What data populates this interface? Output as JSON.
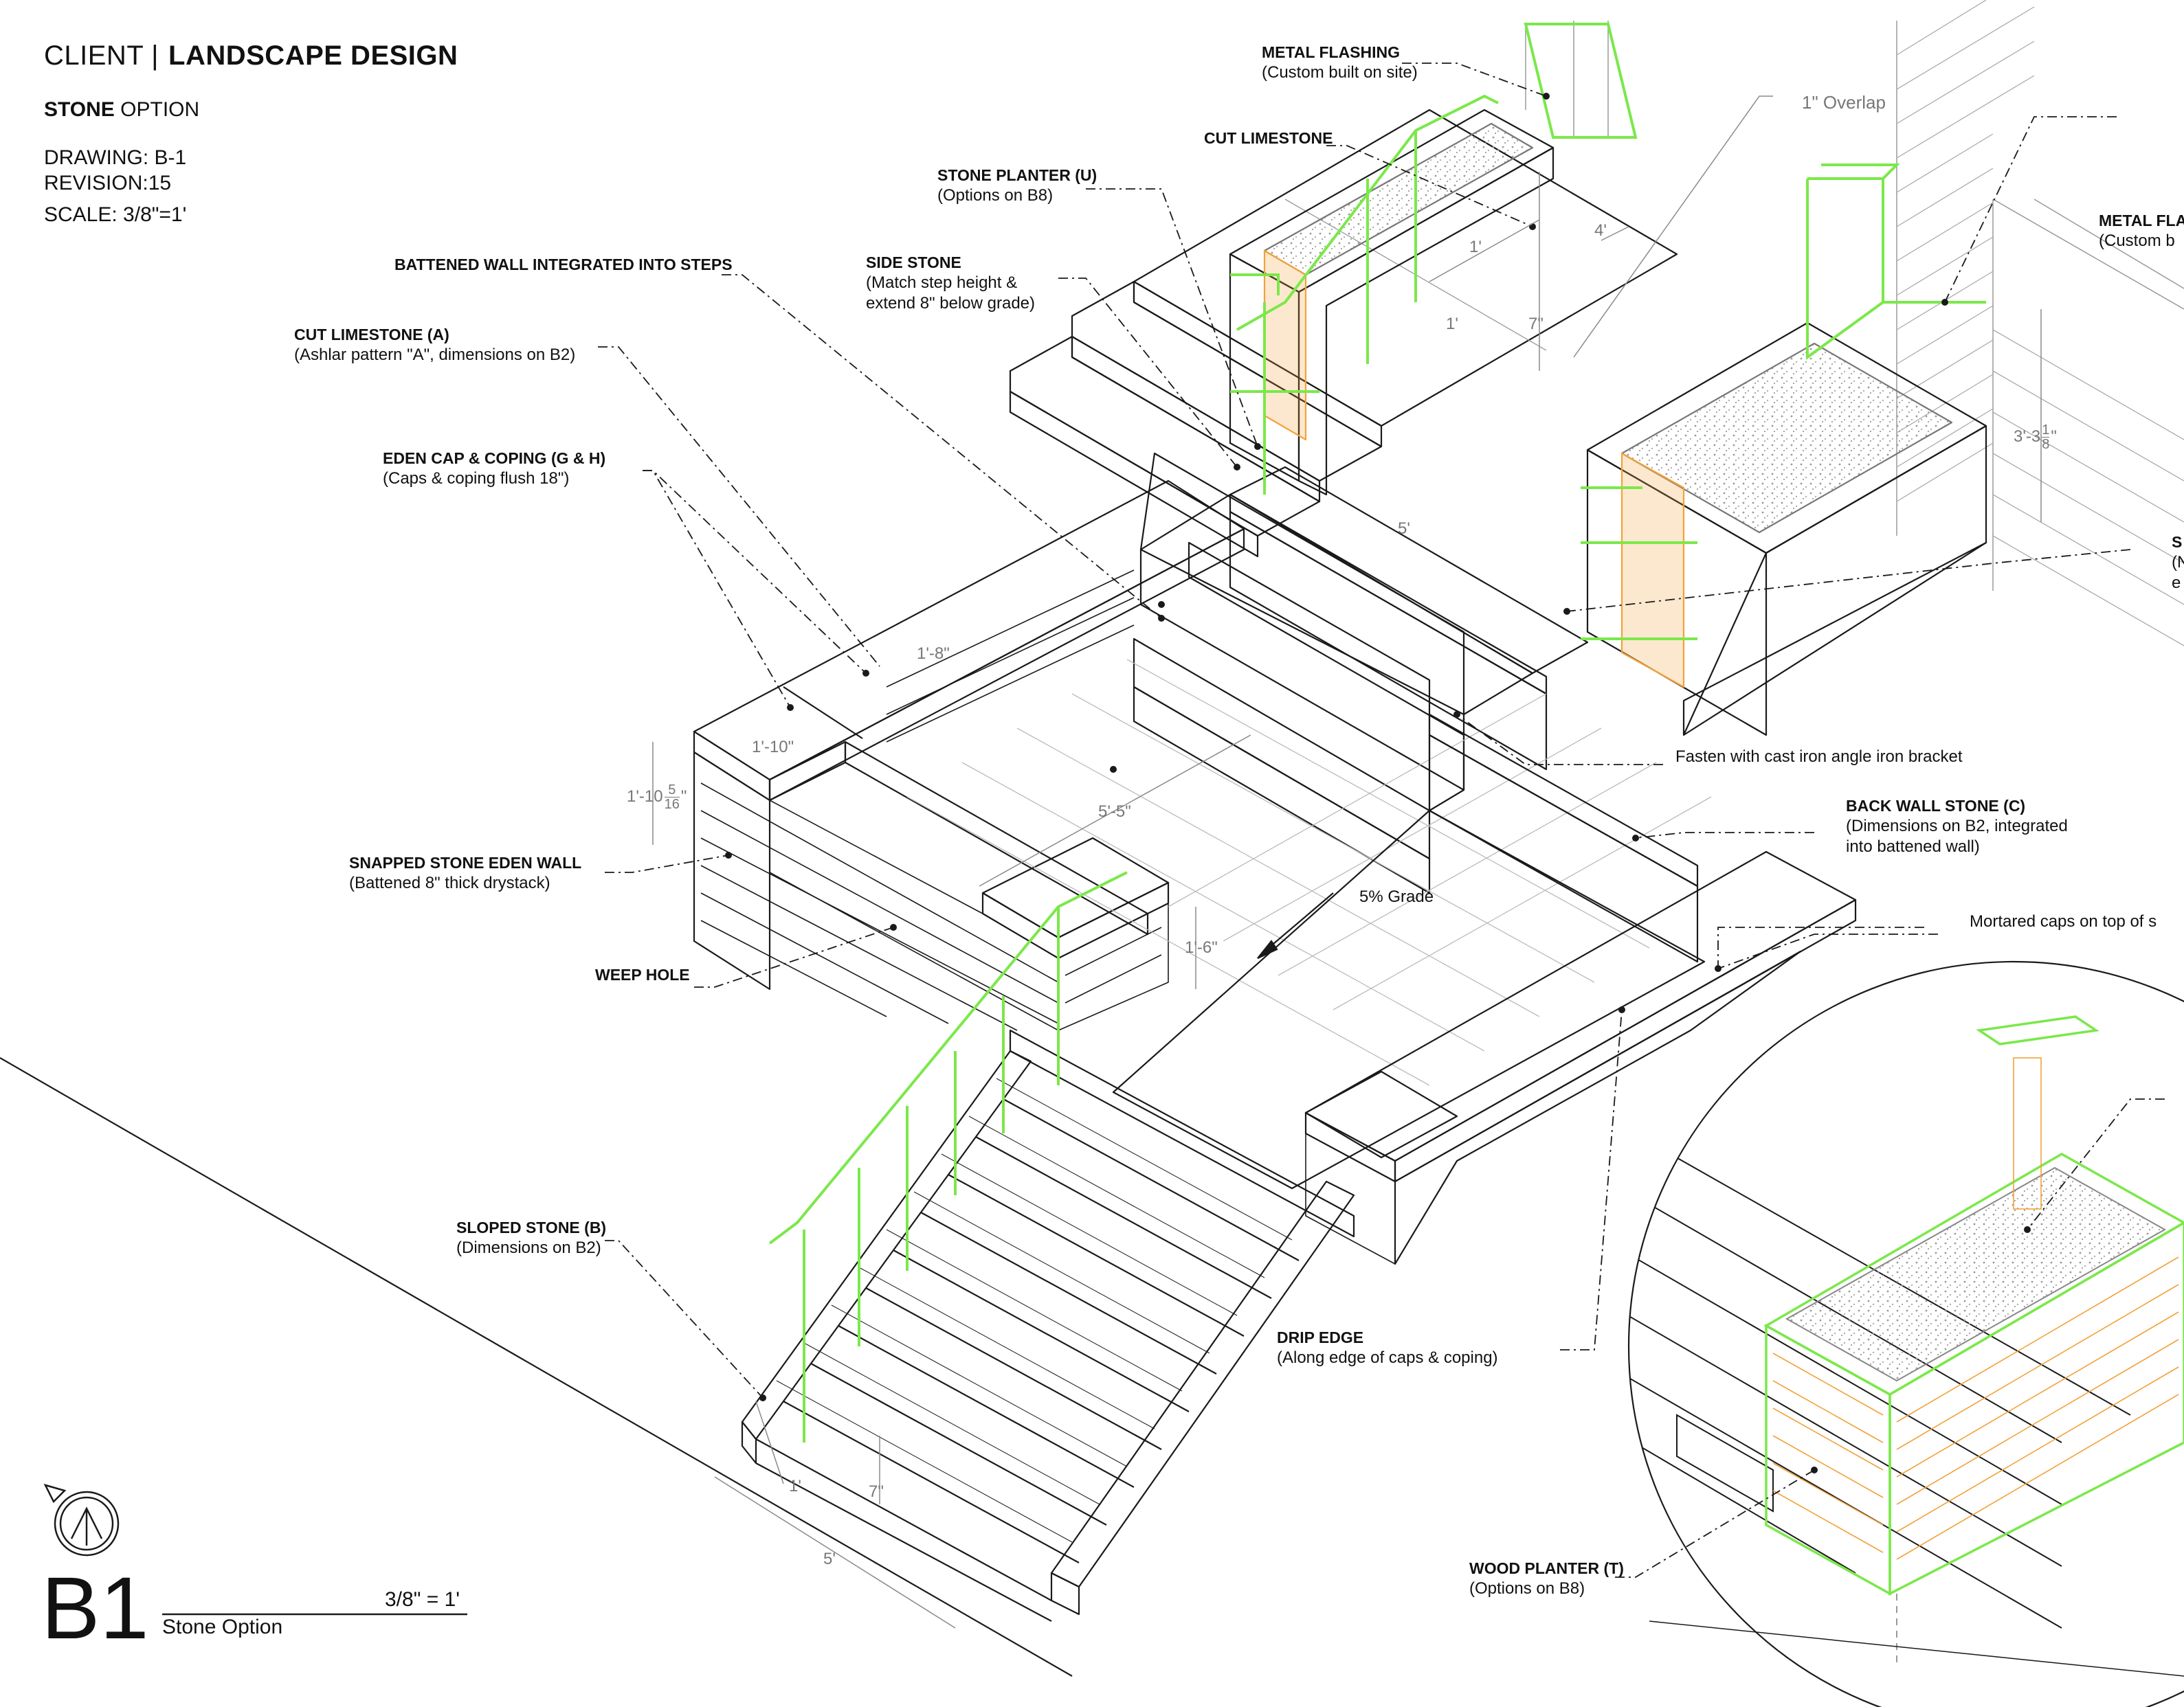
{
  "title_block": {
    "client": "CLIENT |",
    "project": "LANDSCAPE DESIGN",
    "option_bold": "STONE",
    "option_rest": " OPTION",
    "drawing": "DRAWING: B-1",
    "revision": "REVISION:15",
    "scale": "SCALE: 3/8\"=1'"
  },
  "callouts": [
    {
      "id": "metal-flashing-top",
      "heading": "METAL FLASHING",
      "sub": [
        "(Custom built on site)"
      ]
    },
    {
      "id": "cut-limestone",
      "heading": "CUT LIMESTONE",
      "sub": []
    },
    {
      "id": "stone-planter",
      "heading": "STONE PLANTER (U)",
      "sub": [
        "(Options on B8)"
      ]
    },
    {
      "id": "battened-wall",
      "heading": "BATTENED WALL INTEGRATED INTO STEPS",
      "sub": []
    },
    {
      "id": "side-stone",
      "heading": "SIDE STONE",
      "sub": [
        "(Match step height &",
        "extend 8\" below grade)"
      ]
    },
    {
      "id": "cut-limestone-a",
      "heading": "CUT LIMESTONE (A)",
      "sub": [
        "(Ashlar pattern \"A\", dimensions on B2)"
      ]
    },
    {
      "id": "eden-cap",
      "heading": "EDEN CAP & COPING (G & H)",
      "sub": [
        "(Caps & coping flush 18\")"
      ]
    },
    {
      "id": "snapped-stone",
      "heading": "SNAPPED STONE EDEN WALL",
      "sub": [
        "(Battened 8\" thick drystack)"
      ]
    },
    {
      "id": "weep-hole",
      "heading": "WEEP HOLE",
      "sub": []
    },
    {
      "id": "back-wall-stone",
      "heading": "BACK WALL STONE (C)",
      "sub": [
        "(Dimensions on B2, integrated",
        "into battened wall)"
      ]
    },
    {
      "id": "sloped-stone",
      "heading": "SLOPED STONE (B)",
      "sub": [
        "(Dimensions on B2)"
      ]
    },
    {
      "id": "drip-edge",
      "heading": "DRIP EDGE",
      "sub": [
        "(Along edge of caps & coping)"
      ]
    },
    {
      "id": "wood-planter",
      "heading": "WOOD PLANTER (T)",
      "sub": [
        "(Options on B8)"
      ]
    },
    {
      "id": "metal-flashing-right",
      "heading": "METAL FLA",
      "sub": [
        "(Custom b"
      ]
    },
    {
      "id": "side-stone-right",
      "heading": "S",
      "sub": [
        "(N",
        "e"
      ]
    }
  ],
  "notes": {
    "fasten": "Fasten with cast iron angle iron bracket",
    "mortared": "Mortared caps on top of s",
    "grade": "5% Grade",
    "overlap": "1\" Overlap"
  },
  "dimensions": {
    "d4ft": "4'",
    "d1ft_a": "1'",
    "d1ft_b": "1'",
    "d7in_top": "7\"",
    "d5ft_top": "5'",
    "d1_8": "1'-8\"",
    "d1_10": "1'-10\"",
    "d1_10_frac": "1'-10",
    "frac_num": "5",
    "frac_den": "16",
    "d5_5": "5'-5\"",
    "d1_6": "1'-6\"",
    "d3_3": "3'-3",
    "d3_3_frac": "1",
    "d3_3_den": "8",
    "d1ft_bottom": "1'",
    "d7in_bottom": "7\"",
    "d5ft_bottom": "5'"
  },
  "sheet": {
    "number": "B1",
    "name": "Stone Option",
    "scale": "3/8\" = 1'"
  },
  "colors": {
    "line": "#1a1a1a",
    "dim": "#8a8a8a",
    "railing": "#7be84a",
    "wood": "#f2a23a",
    "fill_gravel": "#c9c9c9"
  }
}
